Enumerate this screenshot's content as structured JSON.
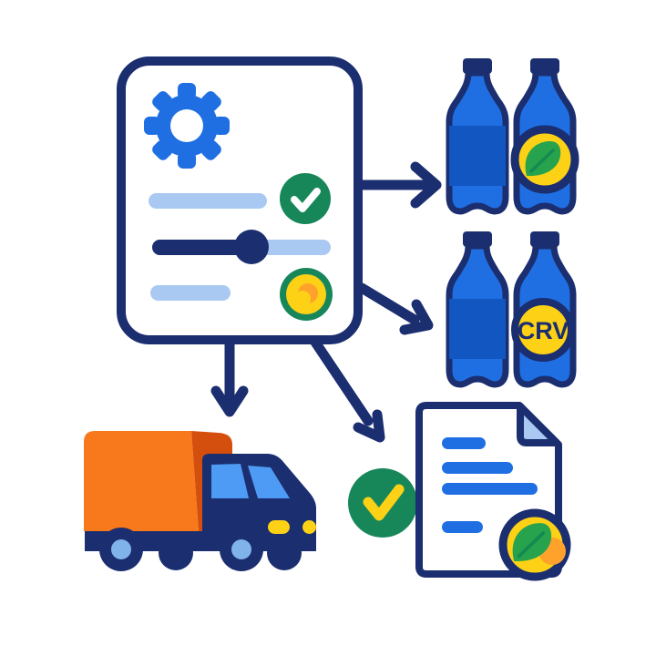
{
  "palette": {
    "navy": "#1b2e6f",
    "bright_blue": "#1f6fe3",
    "label_dark_blue": "#1256c2",
    "light_blue": "#a9c9f2",
    "window_blue": "#4e9bf5",
    "hub_blue": "#7fb3ea",
    "green": "#17875a",
    "leaf_green": "#27a24d",
    "vein_green": "#148a50",
    "yellow": "#fcd116",
    "orange": "#f8791b",
    "dark_orange": "#d44f0e",
    "soft_orange": "#ffa22b"
  },
  "settings_panel": {
    "gear_icon": "gear-icon",
    "rows": [
      {
        "type": "option-bar",
        "status_icon": "check-circle-icon"
      },
      {
        "type": "slider",
        "state": "half"
      },
      {
        "type": "option-bar",
        "status_icon": "coin-icon"
      }
    ]
  },
  "bottles_eco": {
    "count": 2,
    "badge_icon": "leaf-badge-icon"
  },
  "bottles_crv": {
    "count": 2,
    "badge_label": "CRV"
  },
  "truck": {
    "parts": [
      "cargo-box",
      "cab",
      "windshield",
      "headlights",
      "wheels"
    ]
  },
  "document": {
    "line_count": 4,
    "badges": [
      "check-circle-icon",
      "leaf-badge-icon"
    ],
    "fold": "top-right"
  },
  "arrows": [
    "to-eco-bottles",
    "to-crv-bottles",
    "to-truck",
    "to-document"
  ]
}
